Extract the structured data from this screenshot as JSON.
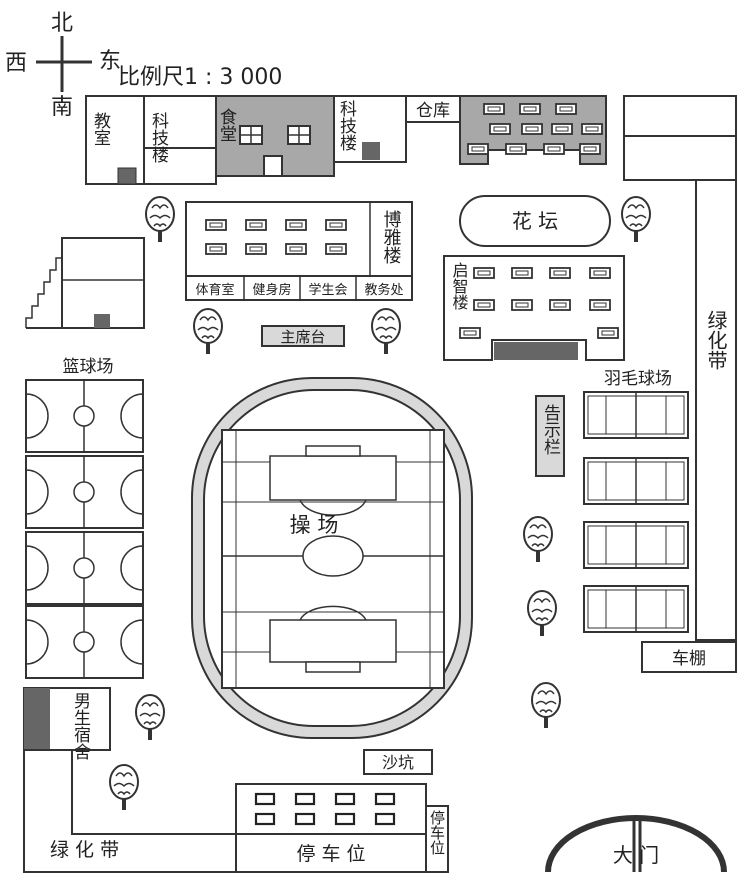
{
  "compass": {
    "north": "北",
    "south": "南",
    "east": "东",
    "west": "西"
  },
  "scale": "比例尺1 : 3 000",
  "labels": {
    "classroom": "教室",
    "tech_building_west": "科技楼",
    "canteen": "食堂",
    "tech_building_east": "科技楼",
    "warehouse": "仓库",
    "boya_building": "博雅楼",
    "gym_office": "体育室",
    "fitness_room": "健身房",
    "student_union": "学生会",
    "academic_office": "教务处",
    "flower_bed": "花 坛",
    "qizhi_building": "启智楼",
    "rostrum": "主席台",
    "basketball_court": "篮球场",
    "badminton_court": "羽毛球场",
    "notice_board": "告示栏",
    "green_belt_east": "绿化带",
    "playground": "操 场",
    "bike_shed": "车棚",
    "boys_dorm": "男生宿舍",
    "sandpit": "沙坑",
    "green_belt_sw": "绿 化 带",
    "parking_lot": "停 车 位",
    "parking_small": "停车位",
    "main_gate": "大 门"
  },
  "colors": {
    "line": "#333333",
    "dark_fill": "#7a7a7a",
    "mid_fill": "#a8a8a8",
    "light_fill": "#d9d9d9"
  }
}
